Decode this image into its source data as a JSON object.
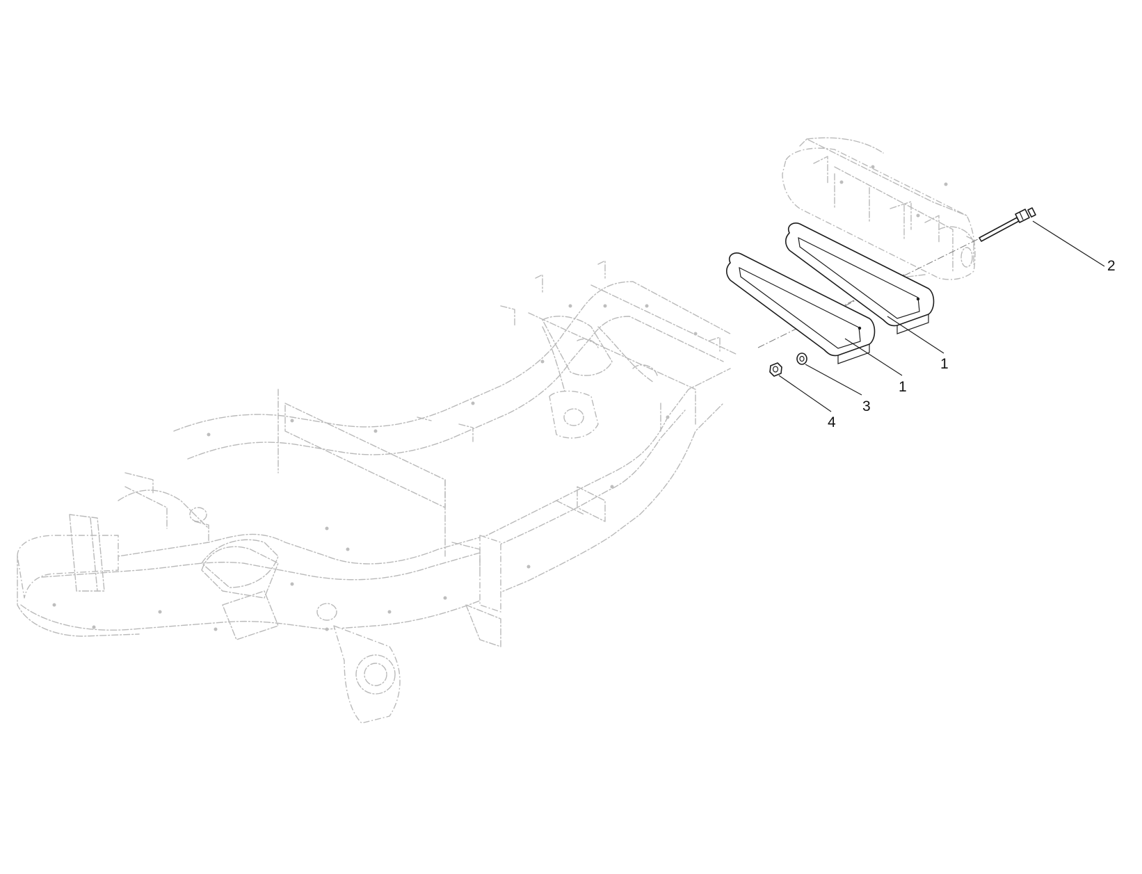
{
  "callouts": [
    {
      "id": "c2",
      "label": "2"
    },
    {
      "id": "c1a",
      "label": "1"
    },
    {
      "id": "c1b",
      "label": "1"
    },
    {
      "id": "c3",
      "label": "3"
    },
    {
      "id": "c4",
      "label": "4"
    }
  ],
  "colors": {
    "background": "#ffffff",
    "phantom_line": "#b9b9b9",
    "part_line": "#1c1c1c"
  }
}
